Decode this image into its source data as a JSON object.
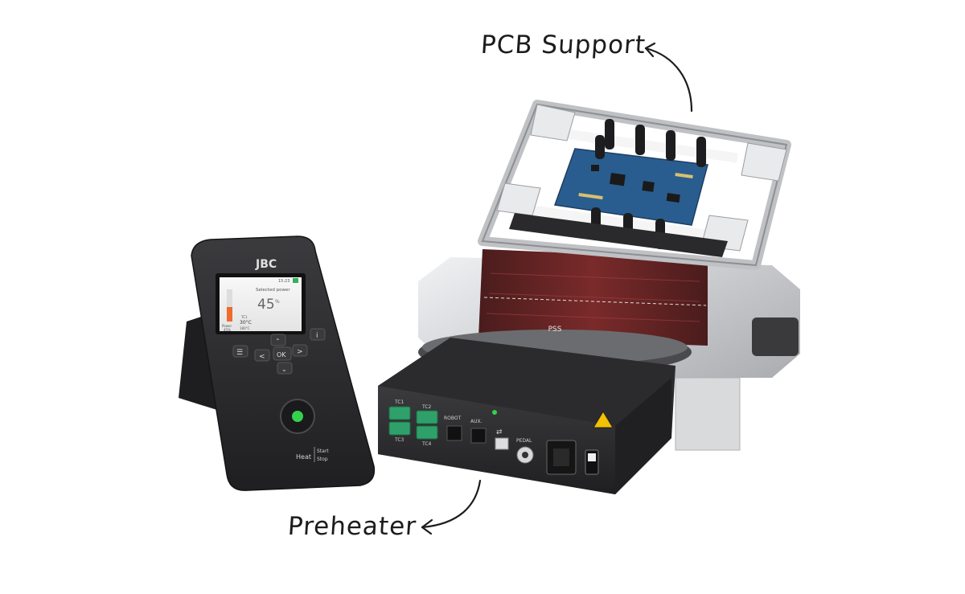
{
  "annotations": {
    "pcb_support": "PCB Support",
    "preheater": "Preheater"
  },
  "controller": {
    "brand": "JBC",
    "screen": {
      "header_time": "15:23",
      "selected_label": "Selected power",
      "power_value": "45",
      "power_unit": "%",
      "bar_label": "Power",
      "bar_value": "45%",
      "tc_label": "TC1",
      "tc_value": "30°C",
      "set_temp": "180°C",
      "power_level": 0.45
    },
    "buttons": {
      "ok": "OK",
      "menu_icon": "menu-icon",
      "info_icon": "info-icon",
      "up": "^",
      "down": "v",
      "left": "<",
      "right": ">"
    },
    "heat_label": "Heat",
    "start_label": "Start",
    "stop_label": "Stop"
  },
  "preheater_panel": {
    "ports": {
      "tc1": "TC1",
      "tc2": "TC2",
      "tc3": "TC3",
      "tc4": "TC4",
      "robot": "ROBOT",
      "aux": "AUX.",
      "pedal": "PEDAL"
    },
    "usb_icon": "usb-icon",
    "warning_icon": "hot-surface-warning-icon",
    "brand_mark": "PSS"
  },
  "colors": {
    "device_dark": "#2b2b2d",
    "device_mid": "#3a3a3c",
    "metal": "#c8c9cb",
    "metal_light": "#e6e7e9",
    "heater_red": "#6e2424",
    "pcb_blue": "#2a5d8f",
    "connector_green": "#2fa06a",
    "warning_yellow": "#f2c200",
    "led_green": "#35d04c"
  }
}
